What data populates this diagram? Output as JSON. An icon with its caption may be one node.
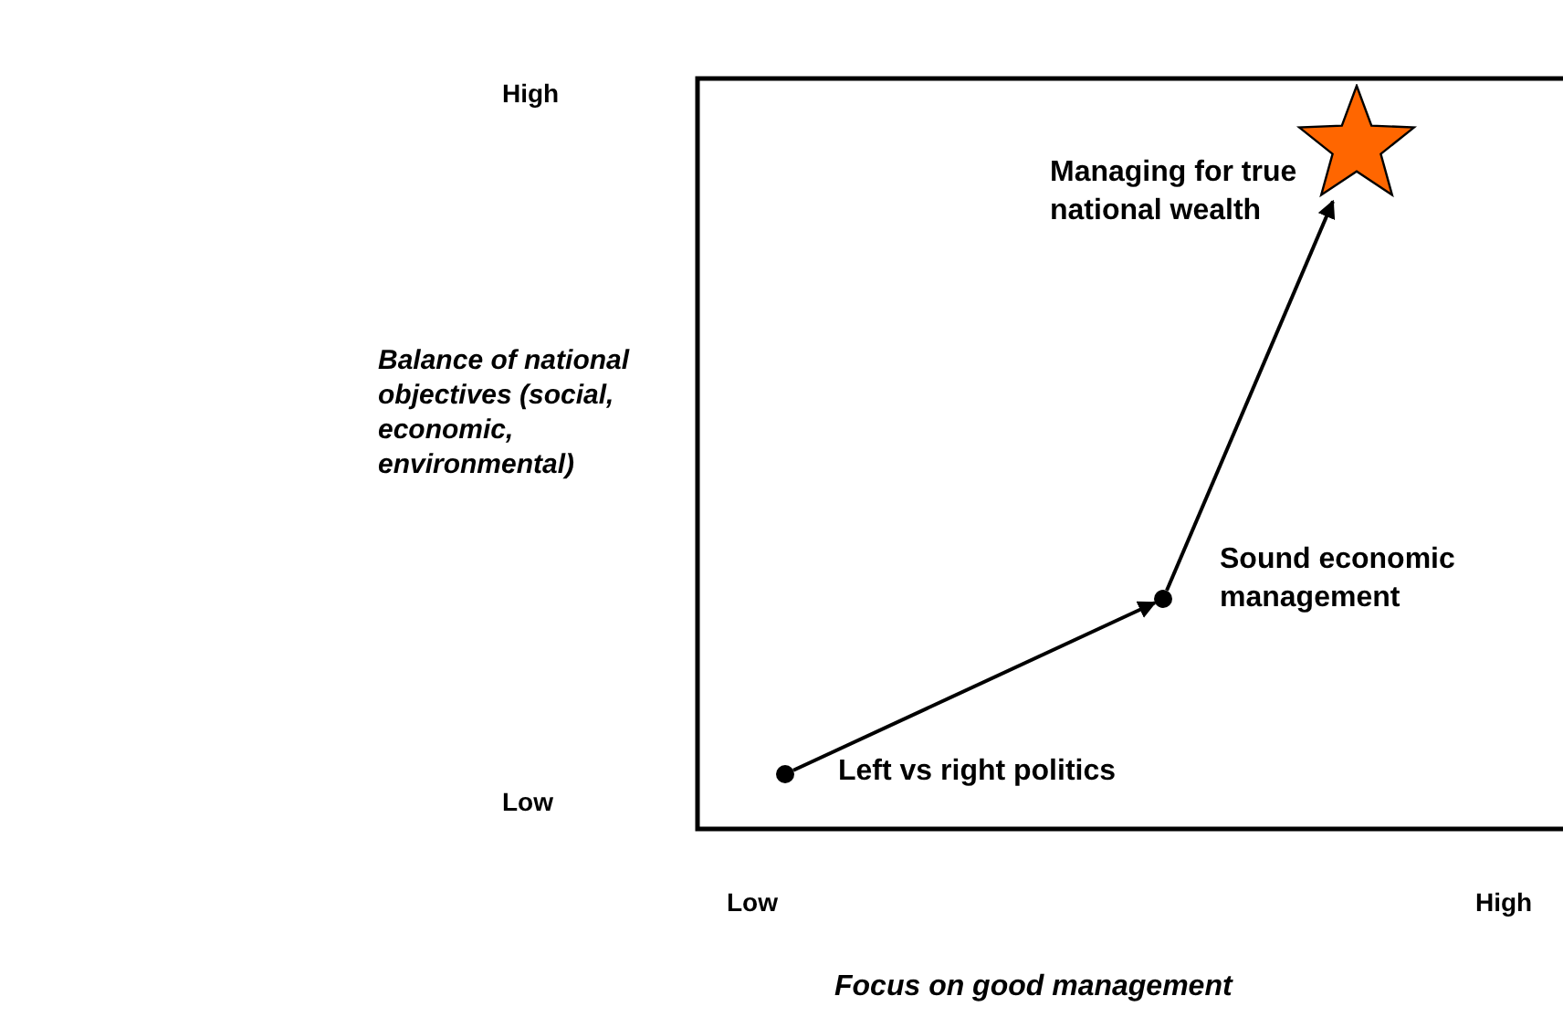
{
  "diagram": {
    "nodes": [
      {
        "text": [],
        "shape": "circle",
        "beside": [
          "Left vs right politics"
        ]
      },
      {
        "text": [],
        "shape": "circle",
        "beside": [
          "Sound economic management"
        ]
      },
      {
        "text": [],
        "shape": "star",
        "beside": [
          "Managing for true national wealth"
        ]
      }
    ],
    "edges": [
      {
        "from": 0,
        "to": 1,
        "arrow": "to"
      },
      {
        "from": 1,
        "to": 2,
        "arrow": "to"
      }
    ],
    "labels": [
      "High",
      "Balance of national objectives (social, economic, environmental)",
      "Low",
      "Low",
      "High",
      "Focus on good management"
    ]
  }
}
